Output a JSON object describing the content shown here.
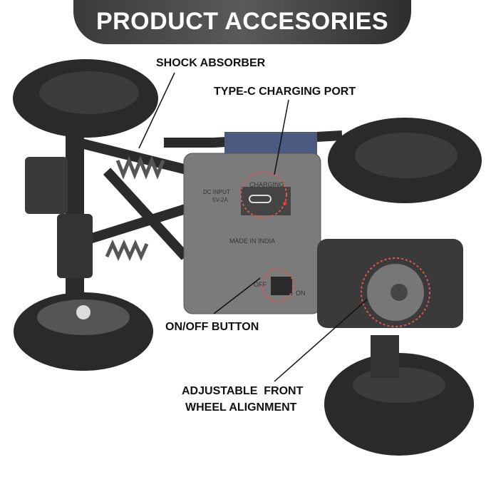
{
  "title": "PRODUCT ACCESORIES",
  "callouts": {
    "shock_absorber": "SHOCK ABSORBER",
    "charging_port": "TYPE-C CHARGING PORT",
    "on_off": "ON/OFF BUTTON",
    "alignment_line1": "ADJUSTABLE  FRONT",
    "alignment_line2": "WHEEL ALIGNMENT"
  },
  "product_markings": {
    "charging": "CHARGING",
    "dc_input": "DC INPUT",
    "voltage": "5V-2A",
    "made_in": "MADE IN INDIA",
    "off": "OFF",
    "on": "ON"
  },
  "colors": {
    "banner": "#4a4a4a",
    "highlight_circle": "#e05555",
    "tire": "#2a2a2a",
    "chassis": "#7a7a7a"
  }
}
